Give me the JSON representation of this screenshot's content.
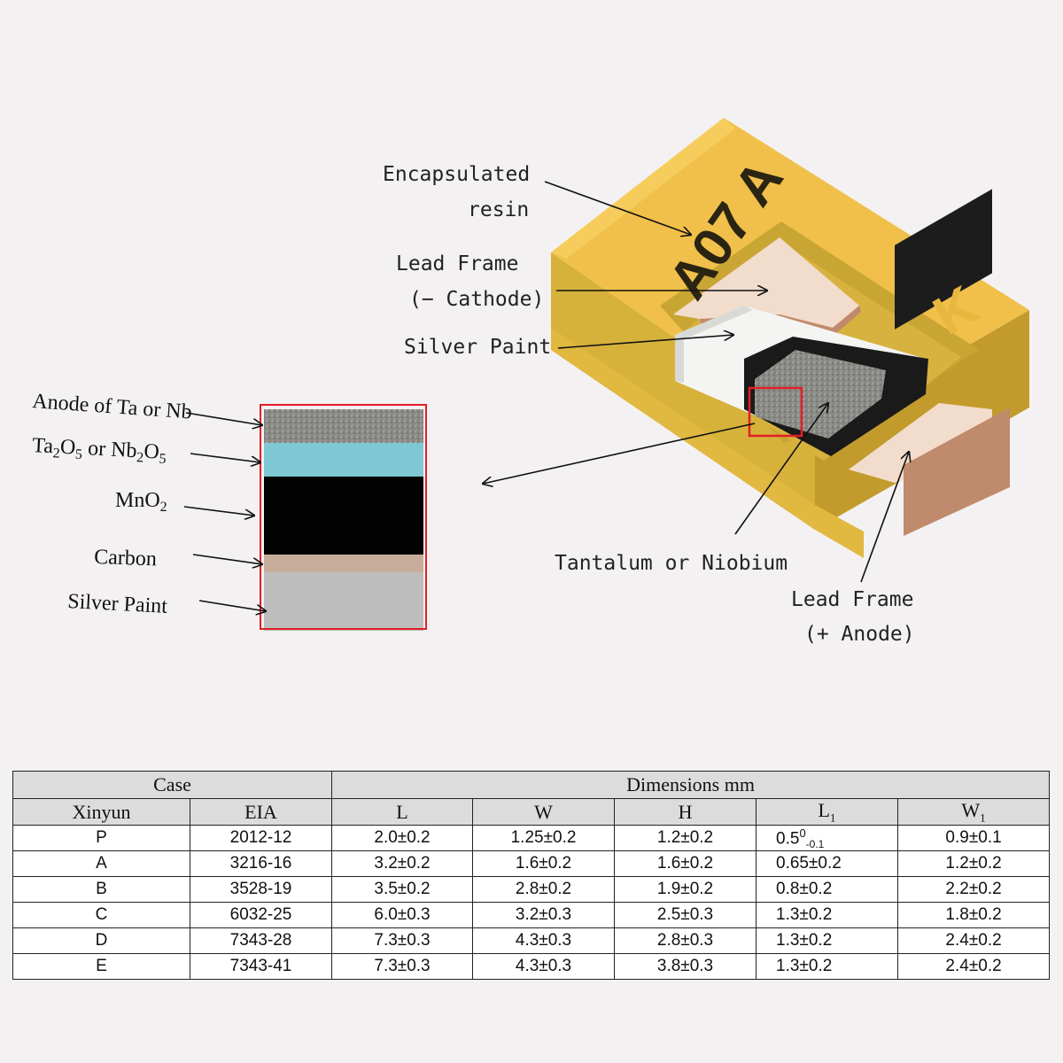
{
  "labels": {
    "encapsulated_1": "Encapsulated",
    "encapsulated_2": "resin",
    "lead_frame_cathode_1": "Lead Frame",
    "lead_frame_cathode_2": "(− Cathode)",
    "silver_paint_main": "Silver Paint",
    "tantalum": "Tantalum or Niobium",
    "lead_frame_anode_1": "Lead Frame",
    "lead_frame_anode_2": "(+ Anode)",
    "marking_code": "A07 A",
    "marking_polarity": "K"
  },
  "layers": {
    "anode": "Anode of Ta or Nb",
    "dielectric_a": "Ta",
    "dielectric_a_sub": "2",
    "dielectric_b": "O",
    "dielectric_b_sub": "5",
    "dielectric_or": " or Nb",
    "dielectric_c_sub": "2",
    "dielectric_d": "O",
    "dielectric_d_sub": "5",
    "mno2_main": "MnO",
    "mno2_sub": "2",
    "carbon": "Carbon",
    "silver": "Silver Paint"
  },
  "colors": {
    "resin": "#e8b73d",
    "resin_dark": "#c9a02a",
    "lead_frame": "#f2dccb",
    "copper": "#c08a6c",
    "silver": "#f4f4f2",
    "dielectric": "#7ec8d6",
    "highlight_box": "#e11f26"
  },
  "table": {
    "header_case": "Case",
    "header_dims": "Dimensions mm",
    "col_xinyun": "Xinyun",
    "col_eia": "EIA",
    "col_l": "L",
    "col_w": "W",
    "col_h": "H",
    "col_l1_base": "L",
    "col_l1_sub": "1",
    "col_w1_base": "W",
    "col_w1_sub": "1",
    "p_l1_base": "0.5",
    "p_l1_sup": "0",
    "p_l1_sub": "-0.1",
    "rows": [
      {
        "xinyun": "P",
        "eia": "2012-12",
        "l": "2.0±0.2",
        "w": "1.25±0.2",
        "h": "1.2±0.2",
        "l1": "0.5⁰₋₀.₁",
        "w1": "0.9±0.1"
      },
      {
        "xinyun": "A",
        "eia": "3216-16",
        "l": "3.2±0.2",
        "w": "1.6±0.2",
        "h": "1.6±0.2",
        "l1": "0.65±0.2",
        "w1": "1.2±0.2"
      },
      {
        "xinyun": "B",
        "eia": "3528-19",
        "l": "3.5±0.2",
        "w": "2.8±0.2",
        "h": "1.9±0.2",
        "l1": "0.8±0.2",
        "w1": "2.2±0.2"
      },
      {
        "xinyun": "C",
        "eia": "6032-25",
        "l": "6.0±0.3",
        "w": "3.2±0.3",
        "h": "2.5±0.3",
        "l1": "1.3±0.2",
        "w1": "1.8±0.2"
      },
      {
        "xinyun": "D",
        "eia": "7343-28",
        "l": "7.3±0.3",
        "w": "4.3±0.3",
        "h": "2.8±0.3",
        "l1": "1.3±0.2",
        "w1": "2.4±0.2"
      },
      {
        "xinyun": "E",
        "eia": "7343-41",
        "l": "7.3±0.3",
        "w": "4.3±0.3",
        "h": "3.8±0.3",
        "l1": "1.3±0.2",
        "w1": "2.4±0.2"
      }
    ]
  }
}
